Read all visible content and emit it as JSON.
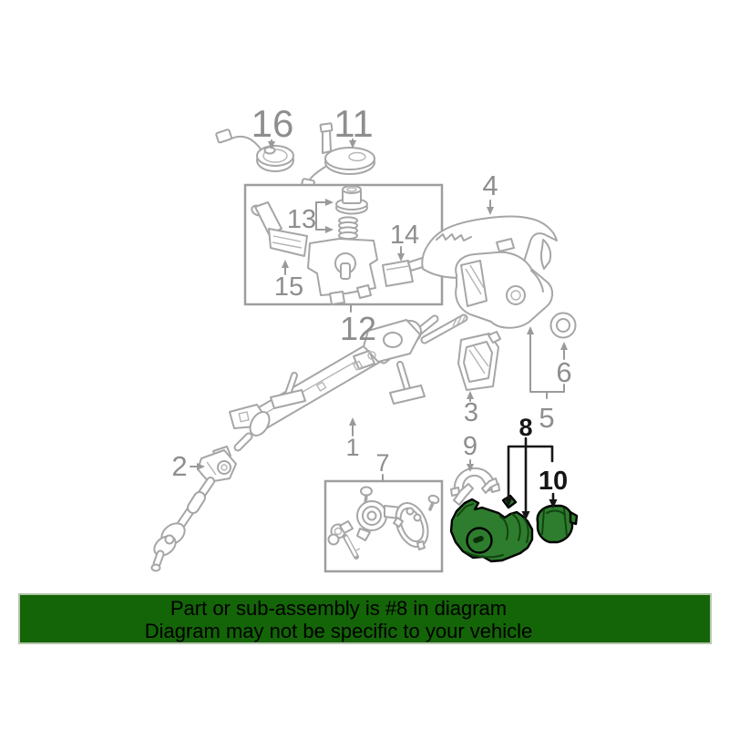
{
  "banner": {
    "line1": "Part or sub-assembly is #8 in diagram",
    "line2": "Diagram may not be specific to your vehicle",
    "bg_color": "#146408",
    "border_color": "#b6c6ae",
    "text_color": "#000000"
  },
  "diagram": {
    "type": "exploded-parts-diagram",
    "subject": "steering column assembly",
    "line_color": "#a6a6a6",
    "label_color": "#8e8e8e",
    "highlight_color": "#2e7d2e",
    "highlight_label_color": "#161616",
    "highlighted_parts": [
      "8",
      "10"
    ],
    "labels": {
      "l1": "1",
      "l2": "2",
      "l3": "3",
      "l4": "4",
      "l5": "5",
      "l6": "6",
      "l7": "7",
      "l8": "8",
      "l9": "9",
      "l10": "10",
      "l11": "11",
      "l12": "12",
      "l13": "13",
      "l14": "14",
      "l15": "15",
      "l16": "16"
    }
  }
}
